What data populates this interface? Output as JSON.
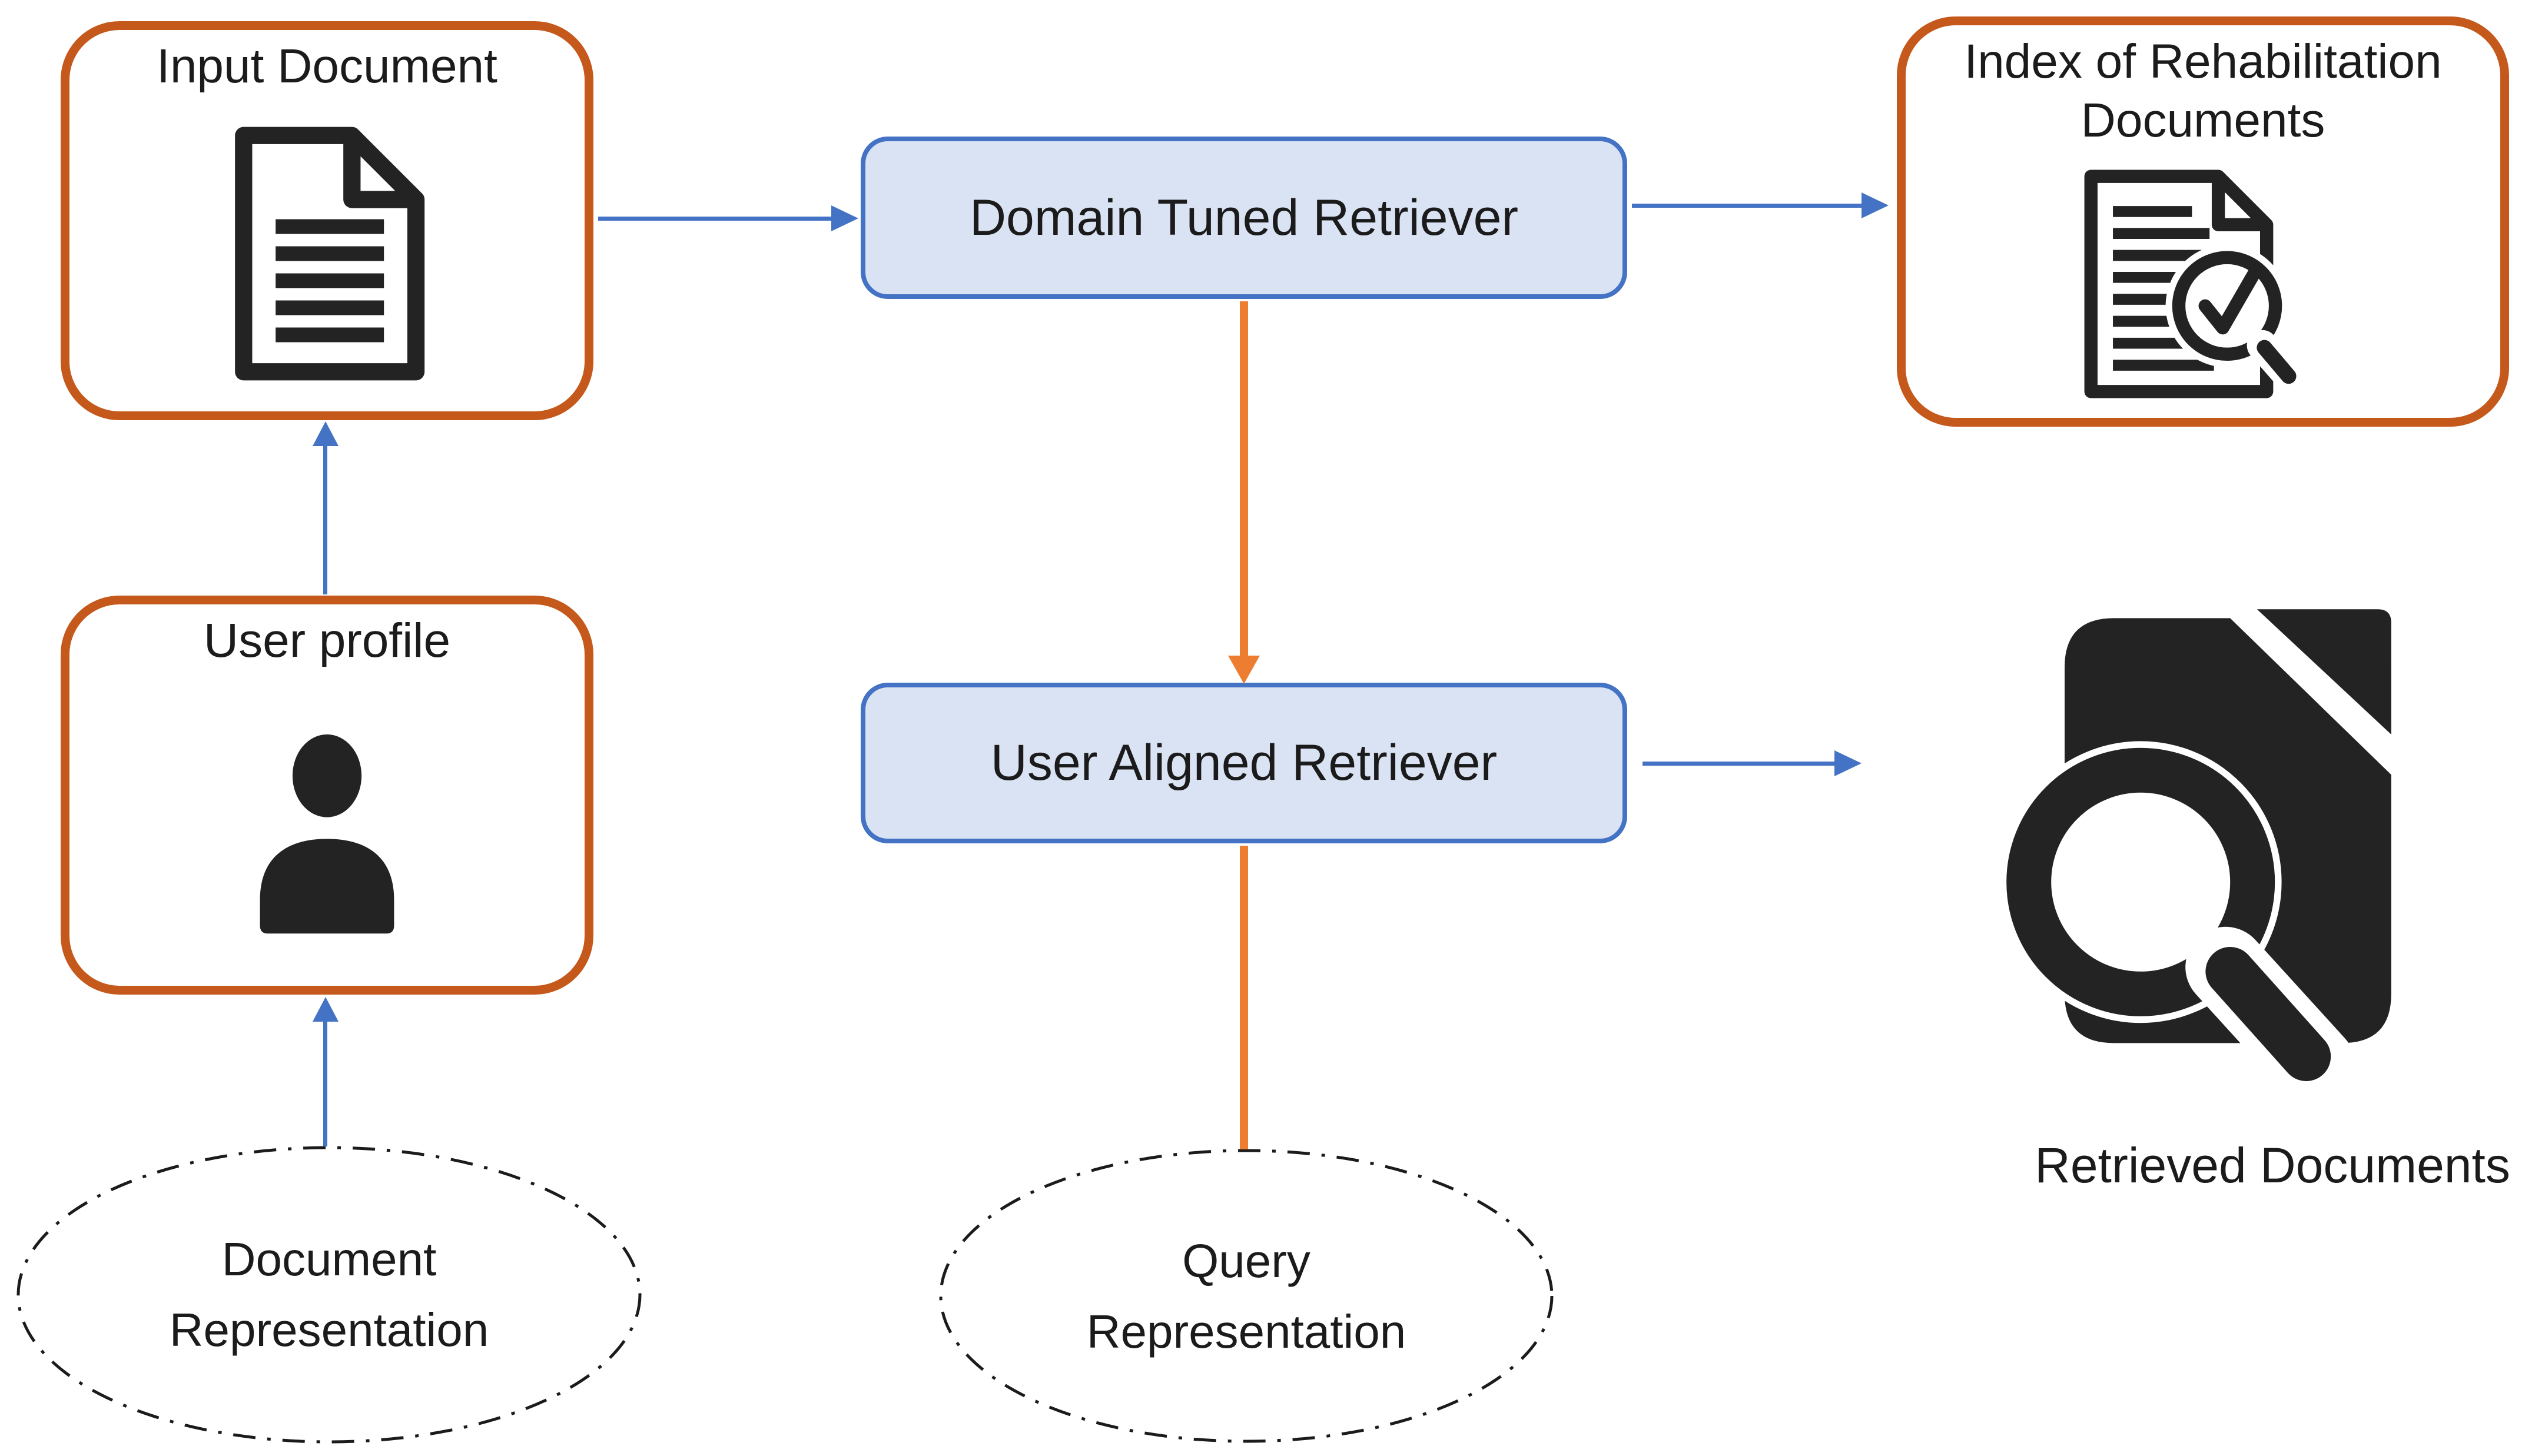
{
  "nodes": {
    "input_document": {
      "label": "Input Document",
      "icon": "document-icon"
    },
    "user_profile": {
      "label": "User profile",
      "icon": "user-icon"
    },
    "document_representation": {
      "label": "Document Representation"
    },
    "domain_tuned_retriever": {
      "label": "Domain Tuned Retriever"
    },
    "user_aligned_retriever": {
      "label": "User Aligned Retriever"
    },
    "query_representation": {
      "label": "Query Representation"
    },
    "index_documents": {
      "label": "Index of Rehabilitation Documents",
      "icon": "document-check-search-icon"
    },
    "retrieved_documents": {
      "label": "Retrieved Documents",
      "icon": "document-search-icon"
    }
  },
  "edges": [
    {
      "from": "input_document",
      "to": "domain_tuned_retriever",
      "color": "blue",
      "style": "arrow"
    },
    {
      "from": "domain_tuned_retriever",
      "to": "index_documents",
      "color": "blue",
      "style": "arrow"
    },
    {
      "from": "domain_tuned_retriever",
      "to": "user_aligned_retriever",
      "color": "orange",
      "style": "arrow"
    },
    {
      "from": "user_aligned_retriever",
      "to": "retrieved_documents",
      "color": "blue",
      "style": "arrow"
    },
    {
      "from": "user_aligned_retriever",
      "to": "query_representation",
      "color": "orange",
      "style": "line"
    },
    {
      "from": "document_representation",
      "to": "user_profile",
      "color": "blue",
      "style": "arrow"
    },
    {
      "from": "user_profile",
      "to": "input_document",
      "color": "blue",
      "style": "arrow"
    }
  ],
  "colors": {
    "orange-border": "#C5581B",
    "orange-arrow": "#ED7D31",
    "blue-border": "#4472C4",
    "blue-fill": "#DAE3F3",
    "blue-arrow": "#4472C4",
    "ink": "#1B1B1B",
    "icon-ink": "#232323"
  }
}
